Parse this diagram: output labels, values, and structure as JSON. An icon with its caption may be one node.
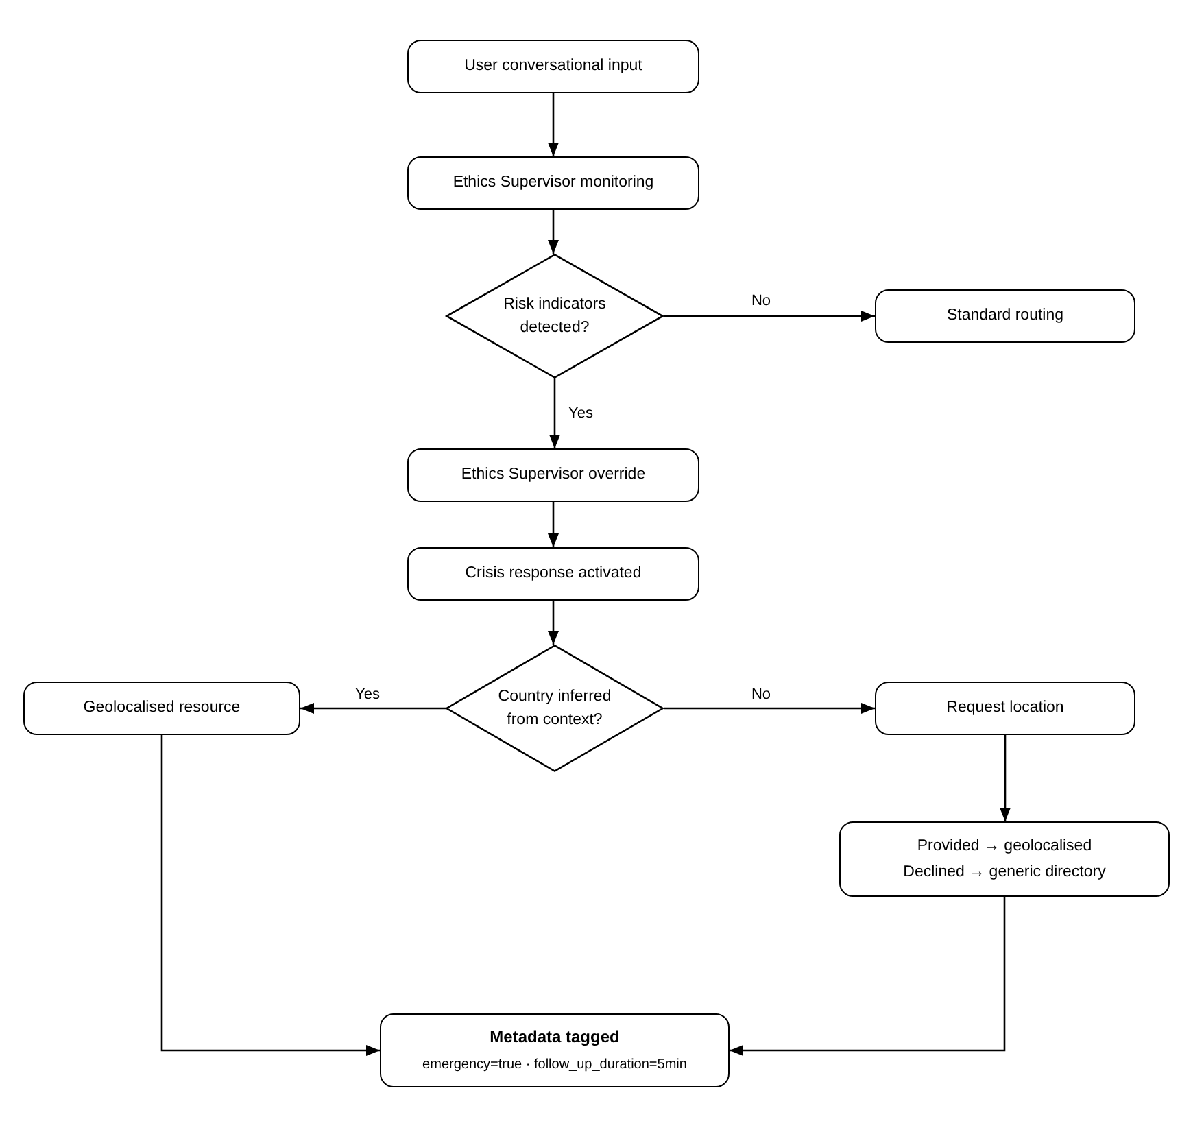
{
  "diagram": {
    "nodes": [
      {
        "text": [
          "User conversational input"
        ]
      },
      {
        "text": [
          "Ethics Supervisor monitoring"
        ]
      },
      {
        "text": [
          "Risk indicators detected?"
        ]
      },
      {
        "text": [
          "Standard routing"
        ]
      },
      {
        "text": [
          "Ethics Supervisor override"
        ]
      },
      {
        "text": [
          "Crisis response activated"
        ]
      },
      {
        "text": [
          "Country inferred from context?"
        ]
      },
      {
        "text": [
          "Geolocalised resource"
        ]
      },
      {
        "text": [
          "Request location"
        ]
      },
      {
        "text": [
          "Provided → geolocalised",
          "Declined → generic directory"
        ]
      },
      {
        "text": [
          "Metadata tagged",
          "emergency=true · follow_up_duration=5min"
        ]
      }
    ],
    "edges": [
      {
        "from": 0,
        "to": 1,
        "arrow": "to"
      },
      {
        "from": 1,
        "to": 2,
        "arrow": "to"
      },
      {
        "from": 2,
        "to": 3,
        "arrow": "to",
        "label": "No"
      },
      {
        "from": 2,
        "to": 4,
        "arrow": "to",
        "label": "Yes"
      },
      {
        "from": 4,
        "to": 5,
        "arrow": "to"
      },
      {
        "from": 5,
        "to": 6,
        "arrow": "to"
      },
      {
        "from": 6,
        "to": 7,
        "arrow": "to",
        "label": "Yes"
      },
      {
        "from": 6,
        "to": 8,
        "arrow": "to",
        "label": "No"
      },
      {
        "from": 8,
        "to": 9,
        "arrow": "to"
      },
      {
        "from": 7,
        "to": 10,
        "arrow": "to"
      },
      {
        "from": 9,
        "to": 10,
        "arrow": "to"
      }
    ]
  }
}
